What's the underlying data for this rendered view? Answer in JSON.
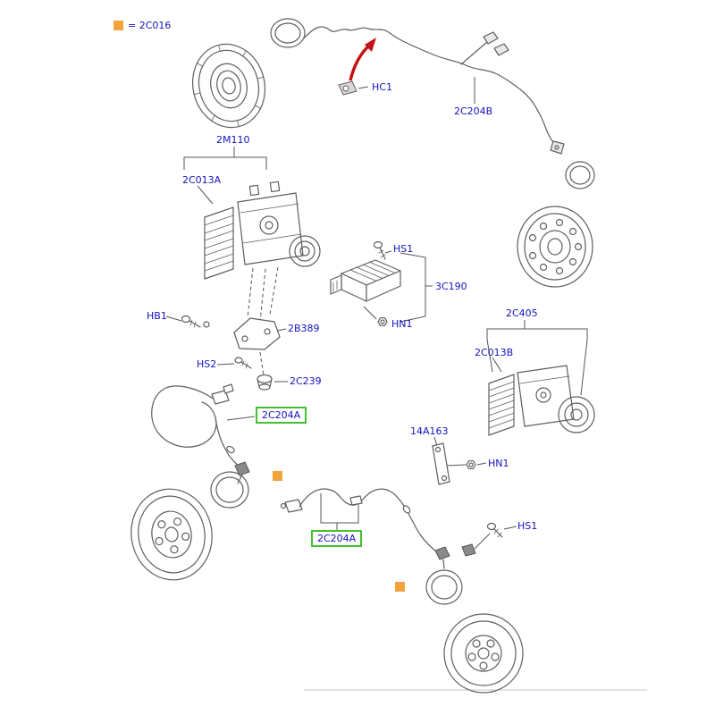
{
  "legend_text": "= 2C016",
  "colors": {
    "label_blue": "#1512bf",
    "highlight_green": "#43c133",
    "marker_orange": "#f2a33c",
    "arrow_red": "#c41212"
  },
  "labels": {
    "hc1": "HC1",
    "harness_2c204b": "2C204B",
    "module_2m110": "2M110",
    "hcu_2c013a": "2C013A",
    "hs1_top": "HS1",
    "ecu_3c190": "3C190",
    "hn1_top": "HN1",
    "hb1": "HB1",
    "bracket_2b389": "2B389",
    "hs2": "HS2",
    "grommet_2c239": "2C239",
    "module_2c405": "2C405",
    "hcu_2c013b": "2C013B",
    "sensor_front_2c204a": "2C204A",
    "bracket_14a163": "14A163",
    "hn1_rear": "HN1",
    "sensor_rear_2c204a": "2C204A",
    "hs1_rear": "HS1"
  }
}
